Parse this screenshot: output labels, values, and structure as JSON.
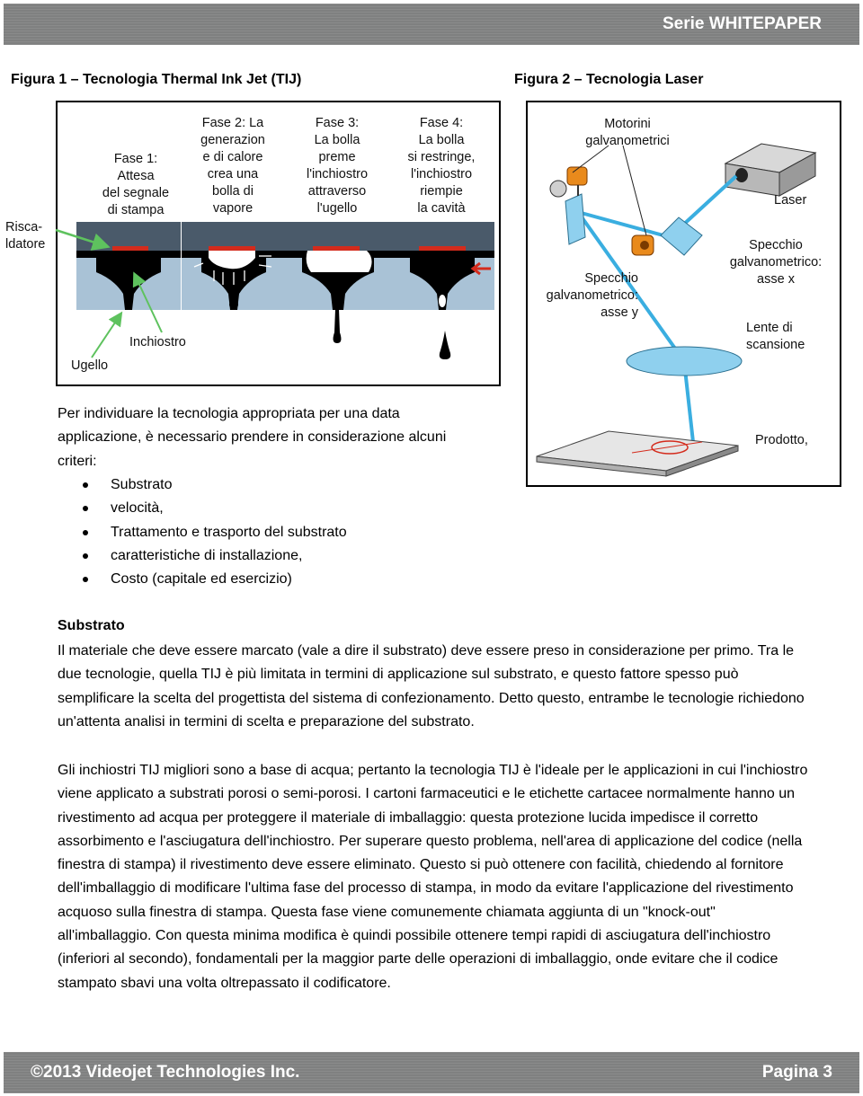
{
  "header": {
    "series": "Serie WHITEPAPER"
  },
  "figure1": {
    "title": "Figura 1 – Tecnologia Thermal Ink Jet (TIJ)",
    "phases": [
      [
        "Fase 1:",
        "Attesa",
        "del segnale",
        "di stampa"
      ],
      [
        "Fase 2: La",
        "generazion",
        "e di calore",
        "crea una",
        "bolla di",
        "vapore"
      ],
      [
        "Fase 3:",
        "La bolla",
        "preme",
        "l'inchiostro",
        "attraverso",
        "l'ugello"
      ],
      [
        "Fase 4:",
        "La bolla",
        "si restringe,",
        "l'inchiostro",
        "riempie",
        "la cavità"
      ]
    ],
    "labels": {
      "heater": [
        "Risca-",
        "ldatore"
      ],
      "ink": "Inchiostro",
      "nozzle": "Ugello"
    }
  },
  "figure2": {
    "title": "Figura 2 – Tecnologia Laser",
    "labels": {
      "motors": [
        "Motorini",
        "galvanometrici"
      ],
      "laser": "Laser",
      "mirror_x": [
        "Specchio",
        "galvanometrico:",
        "asse x"
      ],
      "mirror_y": [
        "Specchio",
        "galvanometrico:",
        "asse y"
      ],
      "lens": [
        "Lente di",
        "scansione"
      ],
      "product": "Prodotto,"
    }
  },
  "intro": {
    "text": "Per individuare la tecnologia appropriata per una data applicazione, è necessario prendere in considerazione alcuni criteri:",
    "bullets": [
      "Substrato",
      "velocità,",
      "Trattamento e trasporto del substrato",
      "caratteristiche di installazione,",
      "Costo (capitale ed esercizio)"
    ]
  },
  "section": {
    "heading": "Substrato",
    "paragraphs": [
      "Il materiale che deve essere marcato (vale a dire il substrato) deve essere preso in considerazione per primo. Tra le due tecnologie, quella TIJ è più limitata in termini di applicazione sul substrato, e questo fattore spesso può semplificare la scelta del progettista del sistema di confezionamento. Detto questo, entrambe le tecnologie richiedono un'attenta analisi in termini di scelta e preparazione del substrato.",
      "Gli inchiostri TIJ migliori sono a base di acqua; pertanto la tecnologia TIJ è l'ideale per le applicazioni in cui l'inchiostro viene applicato a substrati porosi o semi-porosi. I cartoni farmaceutici e le etichette cartacee normalmente hanno un rivestimento ad acqua per proteggere il materiale di imballaggio: questa protezione lucida impedisce il corretto assorbimento e l'asciugatura dell'inchiostro. Per superare questo problema, nell'area di applicazione del codice (nella finestra di stampa) il rivestimento deve essere eliminato. Questo si può ottenere con facilità, chiedendo al fornitore dell'imballaggio di modificare l'ultima fase del processo di stampa, in modo da evitare l'applicazione del rivestimento acquoso sulla finestra di stampa. Questa fase viene comunemente chiamata aggiunta di un \"knock-out\" all'imballaggio. Con questa minima modifica è quindi possibile ottenere tempi rapidi di asciugatura dell'inchiostro (inferiori al secondo), fondamentali per la maggior parte delle operazioni di imballaggio, onde evitare che il codice stampato sbavi una volta oltrepassato il codificatore."
    ]
  },
  "footer": {
    "copyright": "©2013 Videojet Technologies Inc.",
    "page": "Pagina 3"
  },
  "colors": {
    "banner": "#7f8080",
    "heater": "#d42b1c",
    "laser_beam": "#3aaee0",
    "nozzle_gray": "#a9c2d6"
  }
}
